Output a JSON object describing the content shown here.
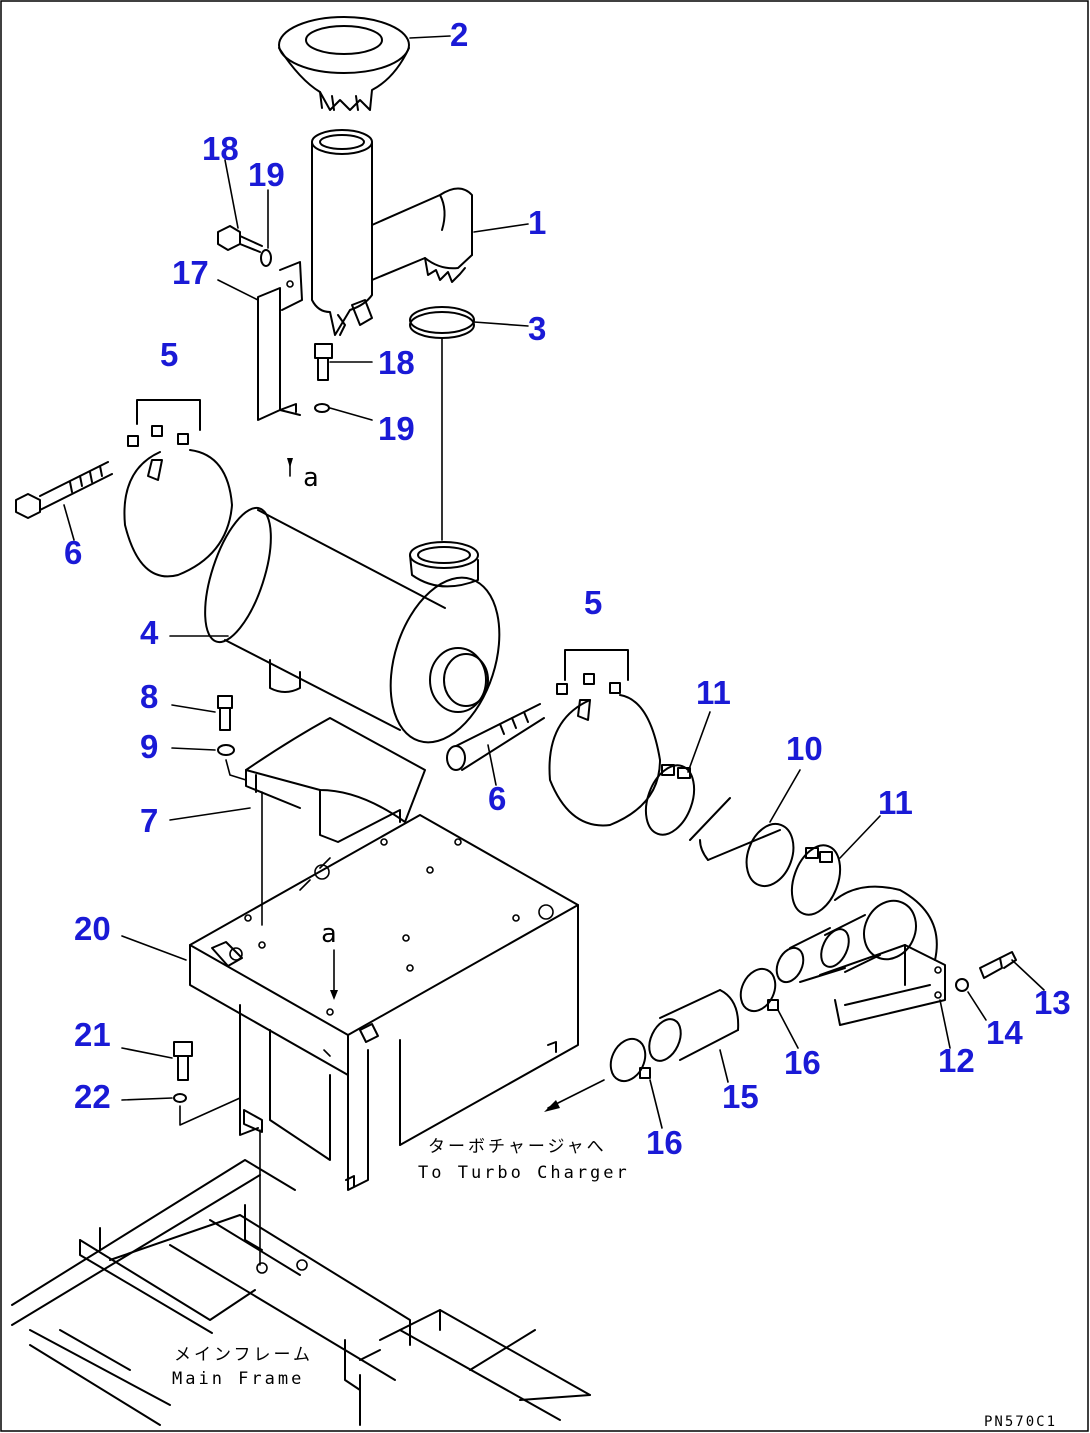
{
  "labels": {
    "n1": "1",
    "n2": "2",
    "n3": "3",
    "n4": "4",
    "n5a": "5",
    "n5b": "5",
    "n6a": "6",
    "n6b": "6",
    "n7": "7",
    "n8": "8",
    "n9": "9",
    "n10": "10",
    "n11a": "11",
    "n11b": "11",
    "n12": "12",
    "n13": "13",
    "n14": "14",
    "n15": "15",
    "n16a": "16",
    "n16b": "16",
    "n17": "17",
    "n18a": "18",
    "n18b": "18",
    "n19a": "19",
    "n19b": "19",
    "n20": "20",
    "n21": "21",
    "n22": "22"
  },
  "view_markers": {
    "top": "a",
    "bottom": "a"
  },
  "annotations": {
    "turbo_jp": "ターボチャージャへ",
    "turbo_en": "To Turbo Charger",
    "frame_jp": "メインフレーム",
    "frame_en": "Main Frame"
  },
  "drawing_code": "PN570C1",
  "colors": {
    "callout": "#1a1ad6",
    "line": "#000000",
    "background": "#ffffff"
  }
}
